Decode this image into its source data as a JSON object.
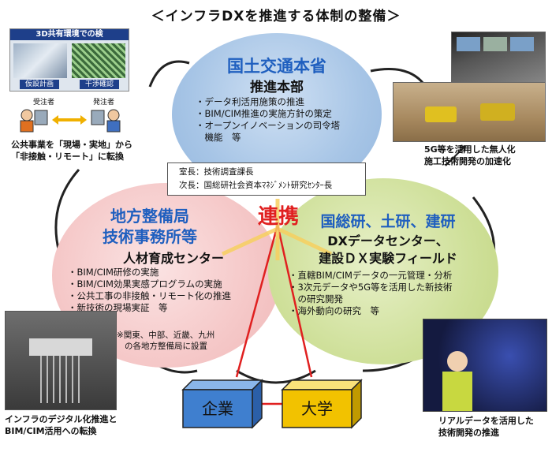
{
  "title": "＜インフラDXを推進する体制の整備＞",
  "top_org": {
    "name": "国土交通本省",
    "sub": "推進本部",
    "items": [
      "・データ利活用施策の推進",
      "・BIM/CIM推進の実施方針の策定",
      "・オープンイノベーションの司令塔",
      "　機能　等"
    ]
  },
  "info_box": {
    "line1": "室長：技術調査課長",
    "line2": "次長：国総研社会資本ﾏﾈｼﾞﾒﾝﾄ研究ｾﾝﾀｰ長"
  },
  "renkei": "連携",
  "left_org": {
    "name1": "地方整備局",
    "name2": "技術事務所等",
    "sub": "人材育成センター",
    "items": [
      "・BIM/CIM研修の実施",
      "・BIM/CIM効果実感プログラムの実施",
      "・公共工事の非接触・リモート化の推進",
      "・新技術の現場実証　等"
    ],
    "note1": "※関東、中部、近畿、九州",
    "note2": "の各地方整備局に設置"
  },
  "right_org": {
    "name": "国総研、土研、建研",
    "sub1": "DXデータセンター、",
    "sub2": "建設ＤＸ実験フィールド",
    "items": [
      "・直轄BIM/CIMデータの一元管理・分析",
      "・3次元データや5G等を活用した新技術",
      "　の研究開発",
      "・海外動向の研究　等"
    ]
  },
  "company": "企業",
  "university": "大学",
  "top_left_panel": {
    "header": "3D共有環境での検",
    "btn1": "仮設計画",
    "btn2": "干渉確認",
    "role1": "受注者",
    "role2": "発注者",
    "caption1": "公共事業を「現場・実地」から",
    "caption2": "「非接触・リモート」に転換"
  },
  "captions": {
    "top_right1": "5G等を活用した無人化",
    "top_right2": "施工技術開発の加速化",
    "bottom_left1": "インフラのデジタル化推進と",
    "bottom_left2": "BIM/CIM活用への転換",
    "bottom_right1": "リアルデータを活用した",
    "bottom_right2": "技術開発の推進"
  },
  "colors": {
    "blue_org": "#1f5fbf",
    "renkei": "#e02020",
    "company_box": "#3f7fcf",
    "university_box": "#f2c200"
  }
}
